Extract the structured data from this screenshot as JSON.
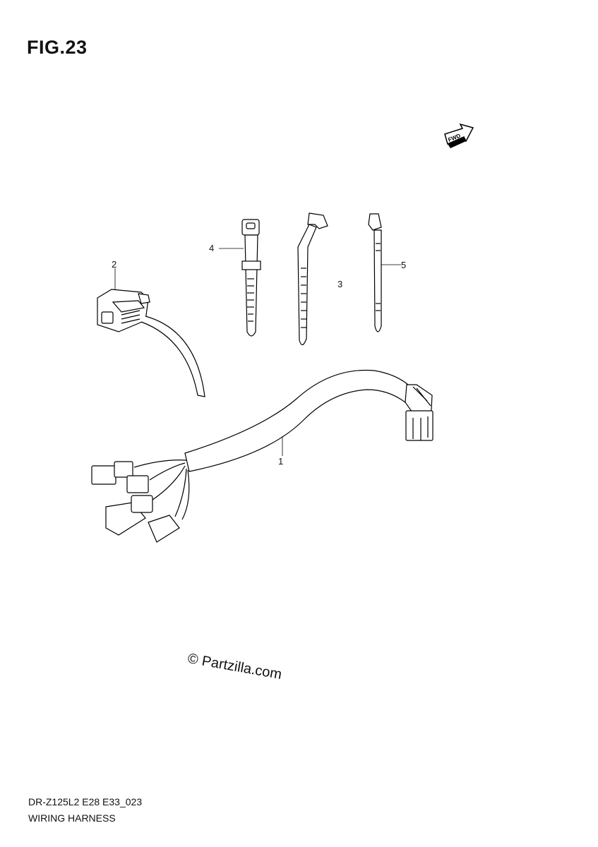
{
  "figure": {
    "title": "FIG.23",
    "direction_badge": "FWD"
  },
  "callouts": {
    "harness": "1",
    "connector": "2",
    "tie_long": "3",
    "clamp_band": "4",
    "tie_thin": "5"
  },
  "watermark": "© Partzilla.com",
  "footer": {
    "model_code": "DR-Z125L2 E28 E33_023",
    "section_name": "WIRING HARNESS"
  }
}
